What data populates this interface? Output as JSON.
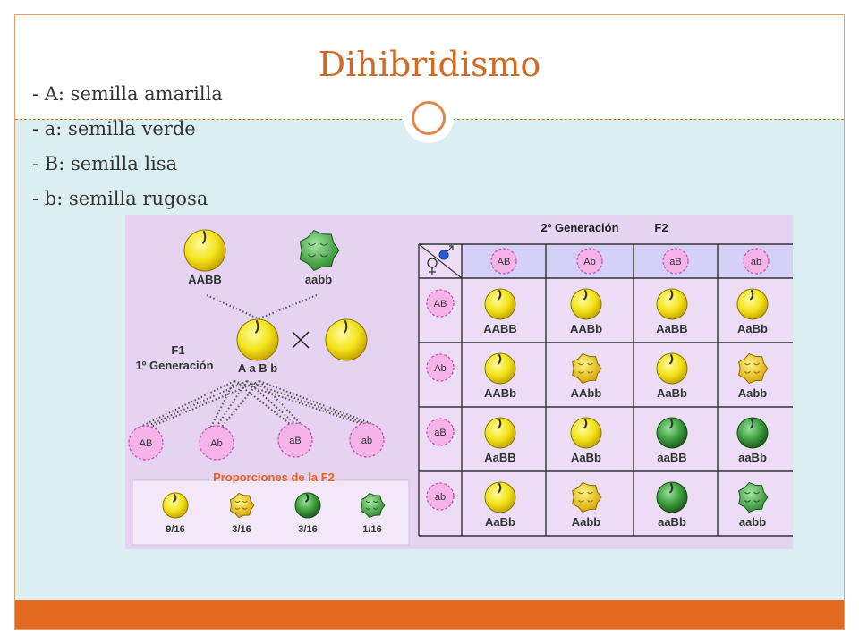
{
  "slide": {
    "title": "Dihibridismo",
    "bullets": [
      "- A: semilla amarilla",
      "- a: semilla verde",
      "- B: semilla lisa",
      "- b: semilla rugosa"
    ]
  },
  "diagram": {
    "parents": [
      {
        "label": "AABB",
        "seed": "yellow-smooth"
      },
      {
        "label": "aabb",
        "seed": "green-wrinkled"
      }
    ],
    "f1": {
      "label": "F1",
      "sublabel": "1º Generación",
      "genotype": "A a B b",
      "cross_symbol": "×"
    },
    "gametes": [
      "AB",
      "Ab",
      "aB",
      "ab"
    ],
    "proportions": {
      "title": "Proporciones de la F2",
      "items": [
        {
          "ratio": "9/16",
          "seed": "yellow-smooth"
        },
        {
          "ratio": "3/16",
          "seed": "yellow-wrinkled"
        },
        {
          "ratio": "3/16",
          "seed": "green-smooth"
        },
        {
          "ratio": "1/16",
          "seed": "green-wrinkled"
        }
      ]
    },
    "punnett": {
      "title": "2º Generación",
      "subtitle": "F2",
      "col_headers": [
        "AB",
        "Ab",
        "aB",
        "ab"
      ],
      "row_headers": [
        "AB",
        "Ab",
        "aB",
        "ab"
      ],
      "cells": [
        [
          {
            "g": "AABB",
            "s": "yellow-smooth"
          },
          {
            "g": "AABb",
            "s": "yellow-smooth"
          },
          {
            "g": "AaBB",
            "s": "yellow-smooth"
          },
          {
            "g": "AaBb",
            "s": "yellow-smooth"
          }
        ],
        [
          {
            "g": "AABb",
            "s": "yellow-smooth"
          },
          {
            "g": "AAbb",
            "s": "yellow-wrinkled"
          },
          {
            "g": "AaBb",
            "s": "yellow-smooth"
          },
          {
            "g": "Aabb",
            "s": "yellow-wrinkled"
          }
        ],
        [
          {
            "g": "AaBB",
            "s": "yellow-smooth"
          },
          {
            "g": "AaBb",
            "s": "yellow-smooth"
          },
          {
            "g": "aaBB",
            "s": "green-smooth"
          },
          {
            "g": "aaBb",
            "s": "green-smooth"
          }
        ],
        [
          {
            "g": "AaBb",
            "s": "yellow-smooth"
          },
          {
            "g": "Aabb",
            "s": "yellow-wrinkled"
          },
          {
            "g": "aaBb",
            "s": "green-smooth"
          },
          {
            "g": "aabb",
            "s": "green-wrinkled"
          }
        ]
      ]
    },
    "colors": {
      "panel_bg": "#e6d3f2",
      "gamete_fill": "#f5b3ea",
      "gamete_stroke": "#c24fb0",
      "header_fill": "#d4d0f7",
      "title_orange": "#e8621e",
      "yellow": "#f2e21a",
      "green": "#3c9c3c"
    }
  }
}
